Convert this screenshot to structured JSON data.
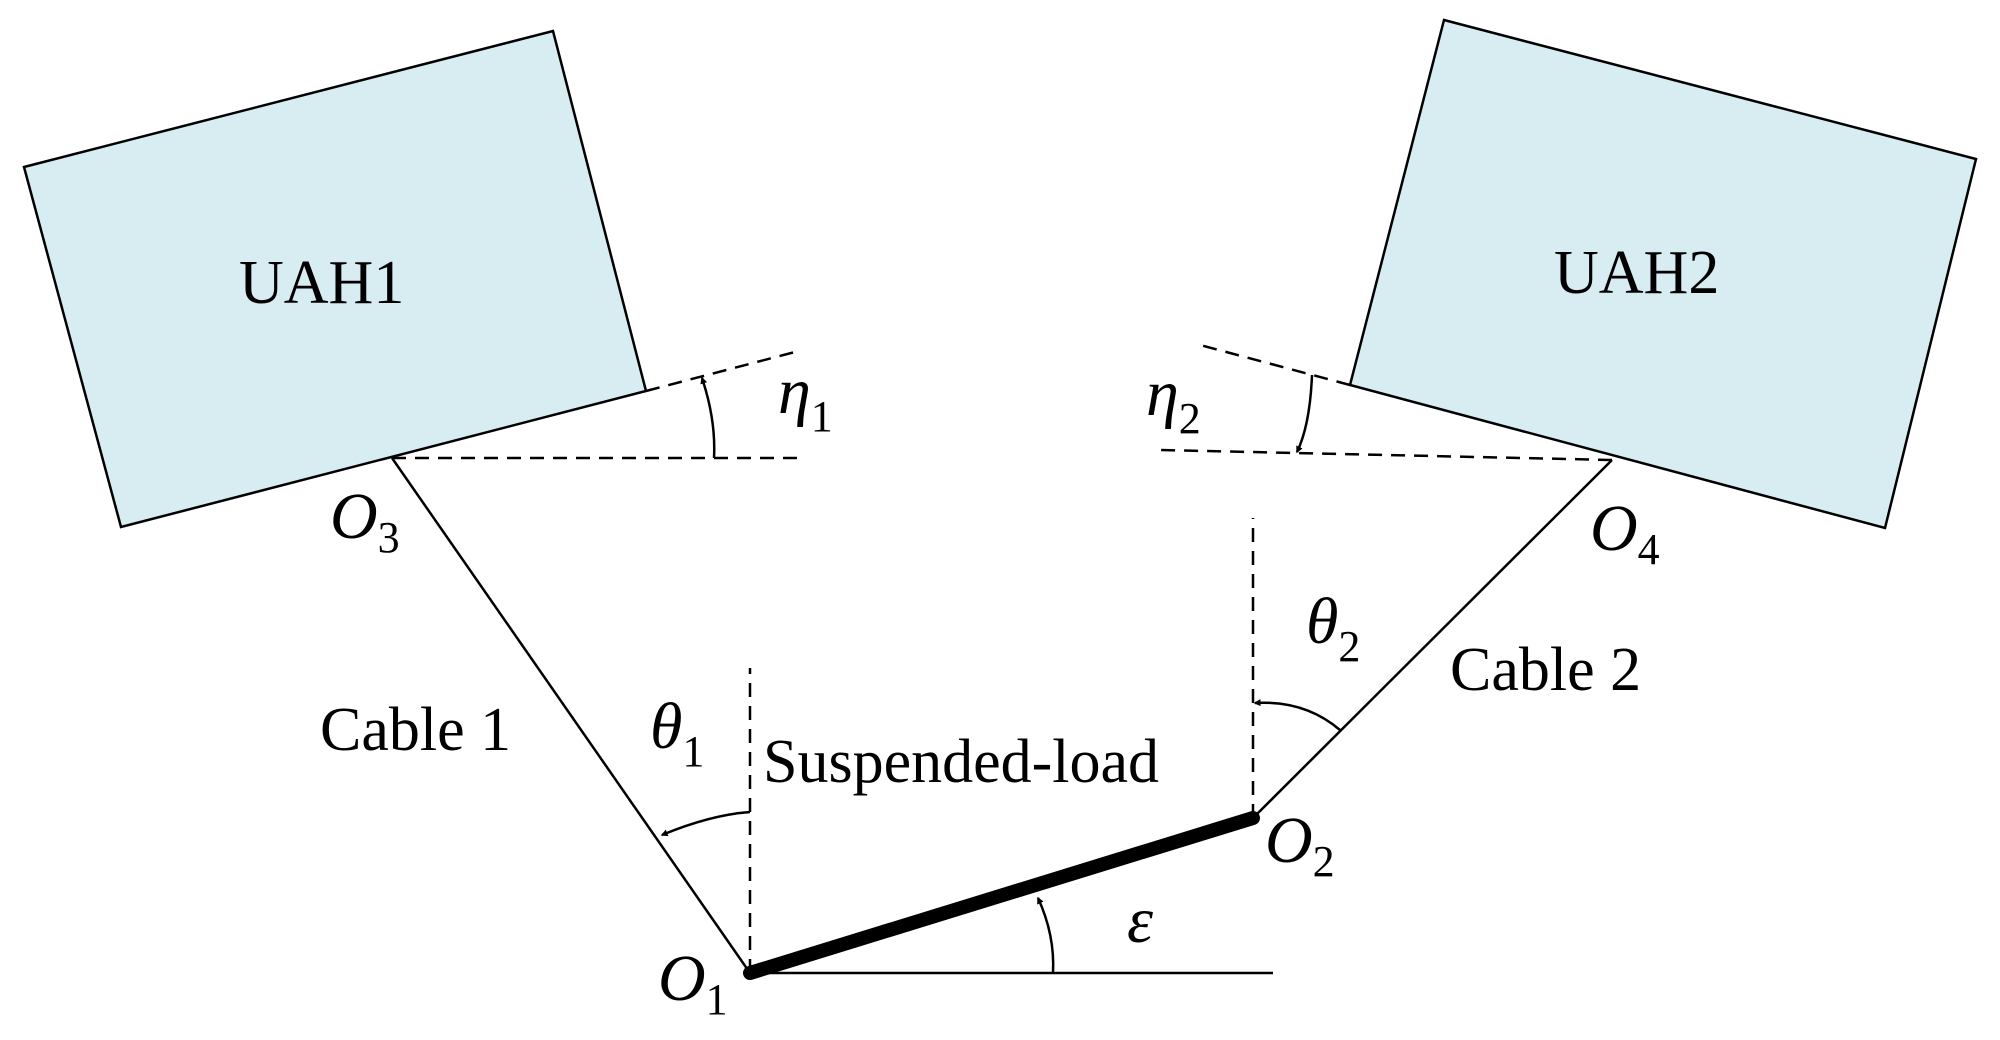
{
  "colors": {
    "helicopter_fill": "#d8edf2",
    "stroke": "#000000",
    "background": "#ffffff"
  },
  "helicopters": [
    {
      "label": "UAH1"
    },
    {
      "label": "UAH2"
    }
  ],
  "cables": [
    {
      "label": "Cable 1"
    },
    {
      "label": "Cable 2"
    }
  ],
  "load": {
    "label": "Suspended-load"
  },
  "points": [
    {
      "letter": "O",
      "sub": "1"
    },
    {
      "letter": "O",
      "sub": "2"
    },
    {
      "letter": "O",
      "sub": "3"
    },
    {
      "letter": "O",
      "sub": "4"
    }
  ],
  "angles": {
    "eta1": {
      "symbol": "η",
      "sub": "1"
    },
    "eta2": {
      "symbol": "η",
      "sub": "2"
    },
    "theta1": {
      "symbol": "θ",
      "sub": "1"
    },
    "theta2": {
      "symbol": "θ",
      "sub": "2"
    },
    "epsilon": {
      "symbol": "ε"
    }
  }
}
